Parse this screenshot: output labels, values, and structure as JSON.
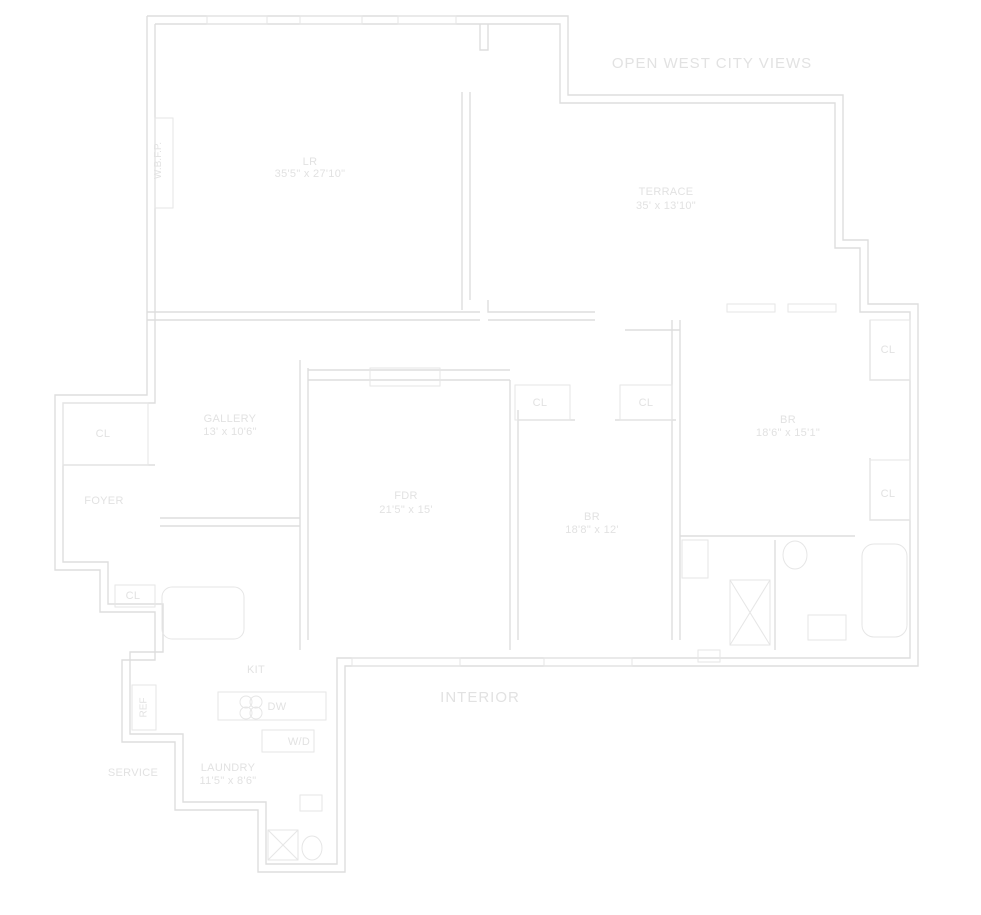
{
  "exposure": "OPEN WEST CITY VIEWS",
  "orientation": "INTERIOR",
  "service": "SERVICE",
  "rooms": {
    "lr": {
      "name": "LR",
      "dims": "35'5\" x 27'10\""
    },
    "terrace": {
      "name": "TERRACE",
      "dims": "35' x 13'10\""
    },
    "gallery": {
      "name": "GALLERY",
      "dims": "13' x 10'6\""
    },
    "foyer": {
      "name": "FOYER"
    },
    "fdr": {
      "name": "FDR",
      "dims": "21'5\" x 15'"
    },
    "br_mid": {
      "name": "BR",
      "dims": "18'8\" x 12'"
    },
    "br_right": {
      "name": "BR",
      "dims": "18'6\" x 15'1\""
    },
    "kit": {
      "name": "KIT"
    },
    "laundry": {
      "name": "LAUNDRY",
      "dims": "11'5\" x 8'6\""
    }
  },
  "closets": [
    "CL",
    "CL",
    "CL",
    "CL",
    "CL",
    "CL"
  ],
  "fixtures": {
    "fireplace": "W.B.F.P.",
    "refrigerator": "REF",
    "dishwasher": "DW",
    "washer_dryer": "W/D"
  }
}
